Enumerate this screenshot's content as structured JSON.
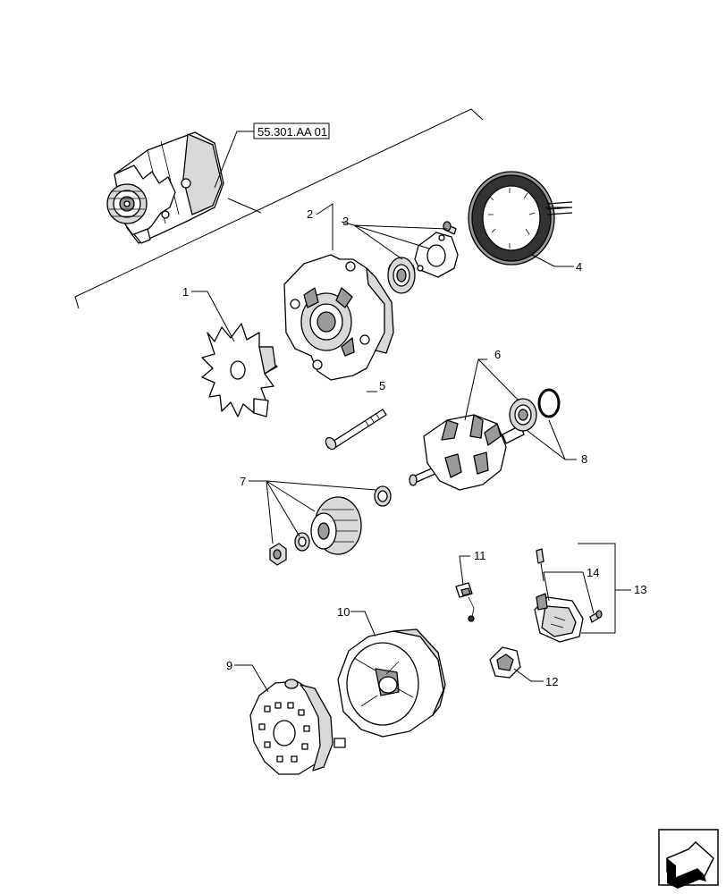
{
  "reference_label": "55.301.AA 01",
  "callouts": [
    "1",
    "2",
    "3",
    "4",
    "5",
    "6",
    "7",
    "8",
    "9",
    "10",
    "11",
    "12",
    "13",
    "14"
  ],
  "nav_icon": "next-page-arrow-icon"
}
